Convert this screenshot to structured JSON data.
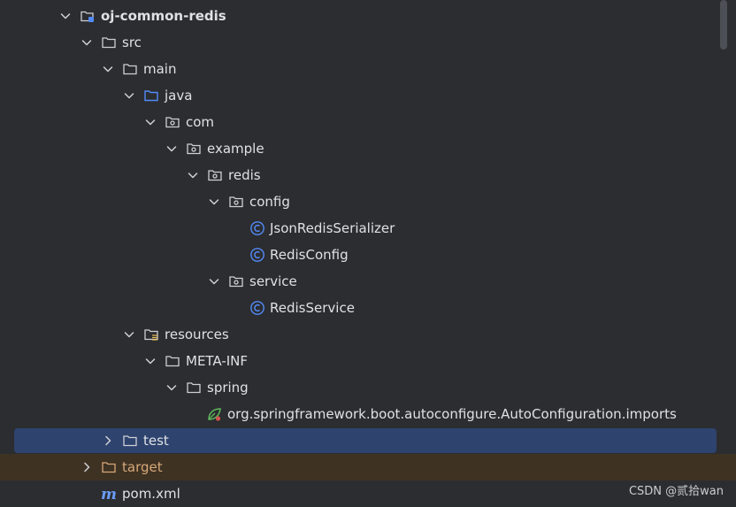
{
  "tree": {
    "items": [
      {
        "label": "oj-common-redis",
        "kind": "module",
        "expanded": true,
        "depth": 0
      },
      {
        "label": "src",
        "kind": "folder",
        "expanded": true,
        "depth": 1
      },
      {
        "label": "main",
        "kind": "folder",
        "expanded": true,
        "depth": 2
      },
      {
        "label": "java",
        "kind": "source-folder",
        "expanded": true,
        "depth": 3
      },
      {
        "label": "com",
        "kind": "package",
        "expanded": true,
        "depth": 4
      },
      {
        "label": "example",
        "kind": "package",
        "expanded": true,
        "depth": 5
      },
      {
        "label": "redis",
        "kind": "package",
        "expanded": true,
        "depth": 6
      },
      {
        "label": "config",
        "kind": "package",
        "expanded": true,
        "depth": 7
      },
      {
        "label": "JsonRedisSerializer",
        "kind": "class",
        "depth": 8
      },
      {
        "label": "RedisConfig",
        "kind": "class",
        "depth": 8
      },
      {
        "label": "service",
        "kind": "package",
        "expanded": true,
        "depth": 7
      },
      {
        "label": "RedisService",
        "kind": "class",
        "depth": 8
      },
      {
        "label": "resources",
        "kind": "resources-folder",
        "expanded": true,
        "depth": 3
      },
      {
        "label": "META-INF",
        "kind": "folder",
        "expanded": true,
        "depth": 4
      },
      {
        "label": "spring",
        "kind": "folder",
        "expanded": true,
        "depth": 5
      },
      {
        "label": "org.springframework.boot.autoconfigure.AutoConfiguration.imports",
        "kind": "spring-file",
        "depth": 6
      },
      {
        "label": "test",
        "kind": "folder",
        "expanded": false,
        "depth": 2,
        "selected": true
      },
      {
        "label": "target",
        "kind": "excluded-folder",
        "expanded": false,
        "depth": 1
      },
      {
        "label": "pom.xml",
        "kind": "maven-file",
        "depth": 1
      }
    ]
  },
  "icons": {
    "module": "module-folder-icon",
    "folder": "folder-icon",
    "source-folder": "source-folder-icon",
    "package": "package-icon",
    "class": "java-class-icon",
    "resources-folder": "resources-folder-icon",
    "spring-file": "spring-config-file-icon",
    "excluded-folder": "excluded-folder-icon",
    "maven-file": "maven-icon"
  },
  "colors": {
    "background": "#2b2d30",
    "text": "#dfe1e5",
    "selection": "#2e436e",
    "excluded_row": "#3e3223",
    "excluded_text": "#d6a878",
    "class_icon": "#548af7",
    "source_folder": "#548af7",
    "spring": "#5fb85a"
  },
  "watermark": "CSDN @贰拾wan"
}
